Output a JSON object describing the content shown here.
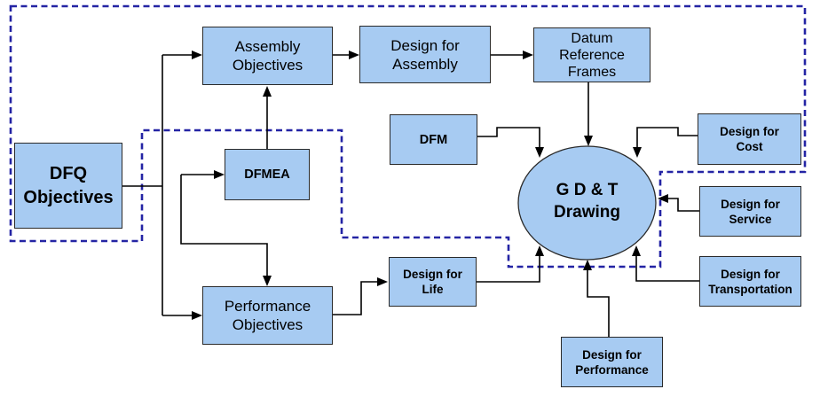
{
  "diagram": {
    "type": "flowchart",
    "description": "DFQ objectives flow into assembly and performance objectives which converge on the G D & T Drawing",
    "colors": {
      "node_fill": "#a7cbf2",
      "node_border": "#2a2a2a",
      "connector": "#000000",
      "boundary_dashed": "#2424a4",
      "background": "#ffffff",
      "text": "#000000"
    },
    "nodes": {
      "dfq": {
        "label": "DFQ\nObjectives"
      },
      "assembly": {
        "label": "Assembly\nObjectives"
      },
      "dfa": {
        "label": "Design for\nAssembly"
      },
      "datum": {
        "label": "Datum\nReference\nFrames"
      },
      "dfm": {
        "label": "DFM"
      },
      "dfmea": {
        "label": "DFMEA"
      },
      "cost": {
        "label": "Design for\nCost"
      },
      "service": {
        "label": "Design for\nService"
      },
      "transportation": {
        "label": "Design for\nTransportation"
      },
      "life": {
        "label": "Design for\nLife"
      },
      "performance": {
        "label": "Design for\nPerformance"
      },
      "pobj": {
        "label": "Performance\nObjectives"
      },
      "gdt": {
        "label": "G D & T\nDrawing"
      }
    },
    "edges": [
      {
        "from": "dfq",
        "to": "assembly"
      },
      {
        "from": "dfq",
        "to": "dfmea"
      },
      {
        "from": "dfq",
        "to": "pobj",
        "via": "left"
      },
      {
        "from": "dfq",
        "to": "pobj",
        "via": "top"
      },
      {
        "from": "dfmea",
        "to": "assembly"
      },
      {
        "from": "assembly",
        "to": "dfa"
      },
      {
        "from": "dfa",
        "to": "datum"
      },
      {
        "from": "datum",
        "to": "gdt"
      },
      {
        "from": "dfm",
        "to": "gdt"
      },
      {
        "from": "cost",
        "to": "gdt"
      },
      {
        "from": "service",
        "to": "gdt"
      },
      {
        "from": "transportation",
        "to": "gdt"
      },
      {
        "from": "life",
        "to": "gdt"
      },
      {
        "from": "performance",
        "to": "gdt"
      },
      {
        "from": "pobj",
        "to": "life"
      }
    ]
  }
}
